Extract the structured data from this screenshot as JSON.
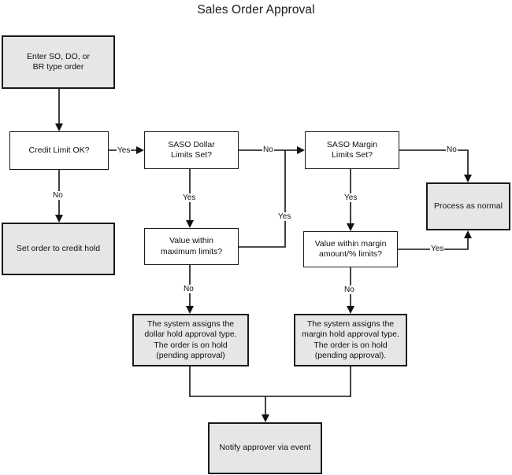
{
  "diagram": {
    "title": "Sales Order Approval",
    "nodes": {
      "enter_order": {
        "lines": [
          "Enter SO, DO, or",
          "BR type order"
        ],
        "shape": "process"
      },
      "credit_limit": {
        "lines": [
          "Credit Limit OK?"
        ],
        "shape": "decision"
      },
      "credit_hold": {
        "lines": [
          "Set order to credit hold"
        ],
        "shape": "process"
      },
      "saso_dollar": {
        "lines": [
          "SASO Dollar",
          "Limits Set?"
        ],
        "shape": "decision"
      },
      "saso_margin": {
        "lines": [
          "SASO Margin",
          "Limits Set?"
        ],
        "shape": "decision"
      },
      "process_normal": {
        "lines": [
          "Process as normal"
        ],
        "shape": "process"
      },
      "value_max": {
        "lines": [
          "Value within",
          "maximum limits?"
        ],
        "shape": "decision"
      },
      "value_margin": {
        "lines": [
          "Value within margin",
          "amount/% limits?"
        ],
        "shape": "decision"
      },
      "dollar_hold": {
        "lines": [
          "The system assigns the",
          "dollar hold approval type.",
          "The order is on hold",
          "(pending approval)"
        ],
        "shape": "process"
      },
      "margin_hold": {
        "lines": [
          "The system assigns the",
          "margin hold approval type.",
          "The order is on hold",
          "(pending approval)."
        ],
        "shape": "process"
      },
      "notify": {
        "lines": [
          "Notify approver via event"
        ],
        "shape": "process"
      }
    },
    "edge_labels": {
      "credit_yes": "Yes",
      "credit_no": "No",
      "dollar_no": "No",
      "dollar_yes": "Yes",
      "margin_no": "No",
      "margin_yes": "Yes",
      "value_max_yes": "Yes",
      "value_max_no": "No",
      "value_margin_yes": "Yes",
      "value_margin_no": "No"
    },
    "colors": {
      "process_fill": "#e6e6e6",
      "decision_fill": "#ffffff",
      "stroke": "#111111",
      "text": "#111111",
      "background": "#ffffff"
    }
  }
}
